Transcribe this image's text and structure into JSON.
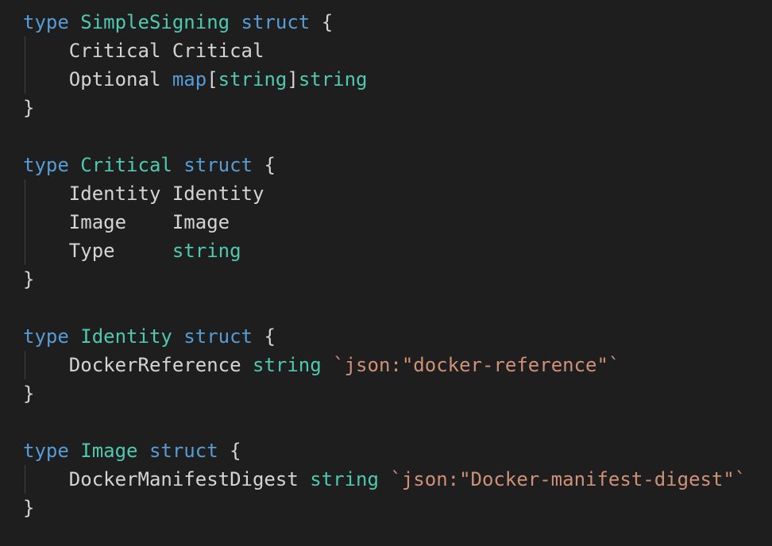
{
  "colors": {
    "background": "#1e1e1e",
    "keyword": "#569cd6",
    "type": "#4ec9b0",
    "identifier": "#d4d4d4",
    "string": "#ce9178",
    "indent_guide": "#404040"
  },
  "code": {
    "simple_signing": {
      "kw_type": "type",
      "name": "SimpleSigning",
      "kw_struct": "struct",
      "open": "{",
      "field1_name": "Critical",
      "field1_type": "Critical",
      "field2_name": "Optional",
      "field2_map": "map",
      "field2_lb": "[",
      "field2_key": "string",
      "field2_rb": "]",
      "field2_val": "string",
      "close": "}"
    },
    "critical": {
      "kw_type": "type",
      "name": "Critical",
      "kw_struct": "struct",
      "open": "{",
      "field1_name": "Identity",
      "field1_type": "Identity",
      "field2_name": "Image",
      "field2_type": "Image",
      "field3_name": "Type",
      "field3_type": "string",
      "close": "}"
    },
    "identity": {
      "kw_type": "type",
      "name": "Identity",
      "kw_struct": "struct",
      "open": "{",
      "field1_name": "DockerReference",
      "field1_type": "string",
      "field1_tag": "`json:\"docker-reference\"`",
      "close": "}"
    },
    "image": {
      "kw_type": "type",
      "name": "Image",
      "kw_struct": "struct",
      "open": "{",
      "field1_name": "DockerManifestDigest",
      "field1_type": "string",
      "field1_tag": "`json:\"Docker-manifest-digest\"`",
      "close": "}"
    }
  }
}
